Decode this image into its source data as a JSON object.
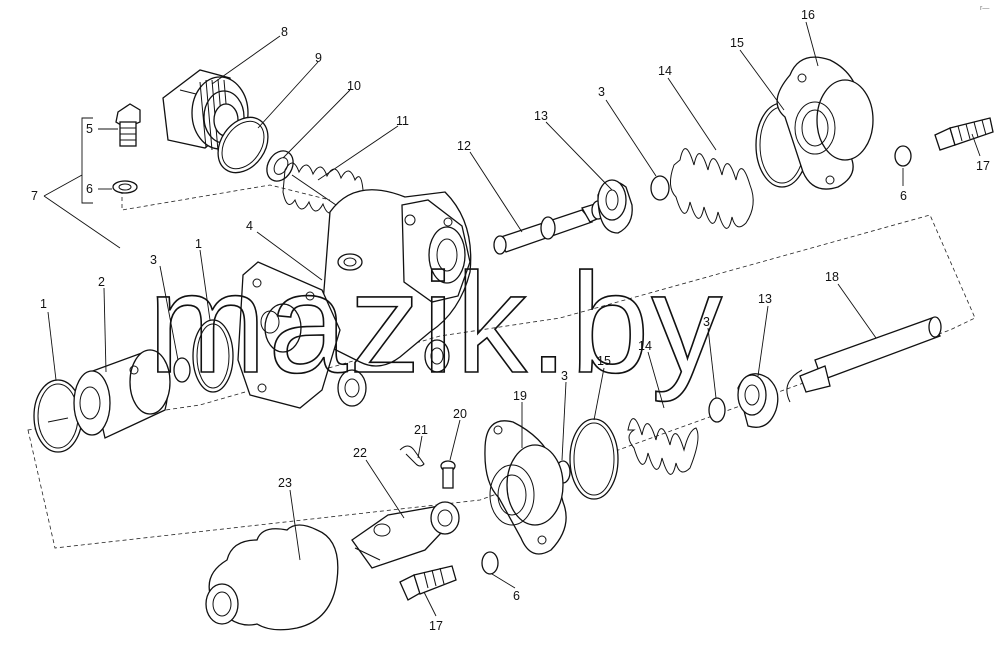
{
  "diagram": {
    "type": "exploded-parts-drawing",
    "watermark": "mazik.by",
    "corner_mark": "r—",
    "callouts": [
      {
        "id": "c8",
        "label": "8"
      },
      {
        "id": "c9",
        "label": "9"
      },
      {
        "id": "c10",
        "label": "10"
      },
      {
        "id": "c11",
        "label": "11"
      },
      {
        "id": "c12",
        "label": "12"
      },
      {
        "id": "c13a",
        "label": "13"
      },
      {
        "id": "c3a",
        "label": "3"
      },
      {
        "id": "c14a",
        "label": "14"
      },
      {
        "id": "c15a",
        "label": "15"
      },
      {
        "id": "c16",
        "label": "16"
      },
      {
        "id": "c17a",
        "label": "17"
      },
      {
        "id": "c6a",
        "label": "6"
      },
      {
        "id": "c5",
        "label": "5"
      },
      {
        "id": "c6b",
        "label": "6"
      },
      {
        "id": "c7",
        "label": "7"
      },
      {
        "id": "c4",
        "label": "4"
      },
      {
        "id": "c1a",
        "label": "1"
      },
      {
        "id": "c3b",
        "label": "3"
      },
      {
        "id": "c1b",
        "label": "1"
      },
      {
        "id": "c2",
        "label": "2"
      },
      {
        "id": "c18",
        "label": "18"
      },
      {
        "id": "c13b",
        "label": "13"
      },
      {
        "id": "c3c",
        "label": "3"
      },
      {
        "id": "c14b",
        "label": "14"
      },
      {
        "id": "c15b",
        "label": "15"
      },
      {
        "id": "c3d",
        "label": "3"
      },
      {
        "id": "c19",
        "label": "19"
      },
      {
        "id": "c20",
        "label": "20"
      },
      {
        "id": "c21",
        "label": "21"
      },
      {
        "id": "c22",
        "label": "22"
      },
      {
        "id": "c23",
        "label": "23"
      },
      {
        "id": "c6c",
        "label": "6"
      },
      {
        "id": "c17b",
        "label": "17"
      }
    ]
  }
}
